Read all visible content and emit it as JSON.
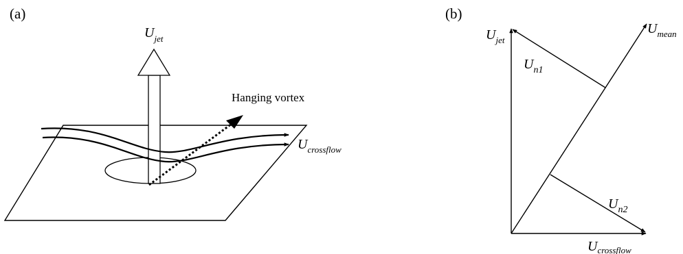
{
  "panel_a": {
    "tag": "(a)",
    "u_jet": {
      "main": "U",
      "sub": "jet"
    },
    "u_crossflow": {
      "main": "U",
      "sub": "crossflow"
    },
    "vortex_label": "Hanging vortex"
  },
  "panel_b": {
    "tag": "(b)",
    "u_jet": {
      "main": "U",
      "sub": "jet"
    },
    "u_mean": {
      "main": "U",
      "sub": "mean"
    },
    "u_n1": {
      "main": "U",
      "sub": "n1"
    },
    "u_n2": {
      "main": "U",
      "sub": "n2"
    },
    "u_crossflow": {
      "main": "U",
      "sub": "crossflow"
    }
  },
  "colors": {
    "ink": "#000000",
    "background": "#ffffff"
  }
}
